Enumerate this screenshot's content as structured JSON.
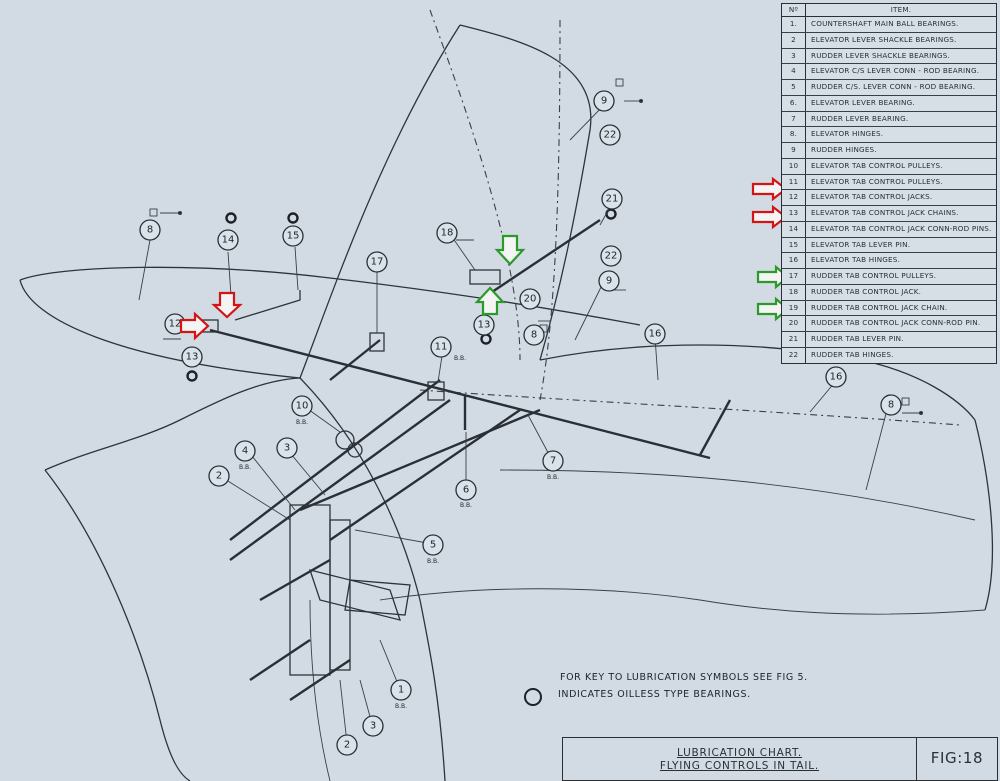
{
  "table": {
    "header_no": "Nº",
    "header_item": "ITEM.",
    "items": [
      {
        "no": "1.",
        "item": "COUNTERSHAFT MAIN BALL BEARINGS."
      },
      {
        "no": "2",
        "item": "ELEVATOR LEVER SHACKLE BEARINGS."
      },
      {
        "no": "3",
        "item": "RUDDER LEVER SHACKLE BEARINGS."
      },
      {
        "no": "4",
        "item": "ELEVATOR C/S LEVER CONN - ROD BEARING."
      },
      {
        "no": "5",
        "item": "RUDDER C/S. LEVER CONN - ROD BEARING."
      },
      {
        "no": "6.",
        "item": "ELEVATOR LEVER BEARING."
      },
      {
        "no": "7",
        "item": "RUDDER LEVER BEARING."
      },
      {
        "no": "8.",
        "item": "ELEVATOR HINGES."
      },
      {
        "no": "9",
        "item": "RUDDER HINGES."
      },
      {
        "no": "10",
        "item": "ELEVATOR TAB CONTROL PULLEYS."
      },
      {
        "no": "11",
        "item": "ELEVATOR TAB CONTROL PULLEYS."
      },
      {
        "no": "12",
        "item": "ELEVATOR TAB CONTROL JACKS."
      },
      {
        "no": "13",
        "item": "ELEVATOR TAB CONTROL JACK CHAINS."
      },
      {
        "no": "14",
        "item": "ELEVATOR TAB CONTROL JACK CONN-ROD PINS."
      },
      {
        "no": "15",
        "item": "ELEVATOR TAB LEVER PIN."
      },
      {
        "no": "16",
        "item": "ELEVATOR TAB HINGES."
      },
      {
        "no": "17",
        "item": "RUDDER TAB CONTROL PULLEYS."
      },
      {
        "no": "18",
        "item": "RUDDER TAB CONTROL JACK."
      },
      {
        "no": "19",
        "item": "RUDDER TAB CONTROL JACK CHAIN."
      },
      {
        "no": "20",
        "item": "RUDDER TAB CONTROL JACK CONN-ROD PIN."
      },
      {
        "no": "21",
        "item": "RUDDER TAB LEVER PIN."
      },
      {
        "no": "22",
        "item": "RUDDER TAB HINGES."
      }
    ]
  },
  "callouts": {
    "c1": "1",
    "c2a": "2",
    "c2b": "2",
    "c3a": "3",
    "c3b": "3",
    "c4": "4",
    "c5": "5",
    "c6": "6",
    "c7": "7",
    "c8a": "8",
    "c8b": "8",
    "c8c": "8",
    "c9a": "9",
    "c9b": "9",
    "c10": "10",
    "c11": "11",
    "c12": "12",
    "c13a": "13",
    "c13b": "13",
    "c14": "14",
    "c15": "15",
    "c16a": "16",
    "c16b": "16",
    "c17": "17",
    "c18": "18",
    "c20": "20",
    "c21": "21",
    "c22a": "22",
    "c22b": "22",
    "bb": "B.B."
  },
  "notes": {
    "key": "FOR KEY TO LUBRICATION SYMBOLS SEE FIG 5.",
    "oilless": "INDICATES OILLESS TYPE BEARINGS."
  },
  "title_block": {
    "line1": "LUBRICATION CHART.",
    "line2": "FLYING CONTROLS IN TAIL.",
    "figure": "FIG:18"
  },
  "colors": {
    "paper": "#d2dbe3",
    "ink": "#2a2f36",
    "red_arrow": "#d21414",
    "green_arrow": "#2a9a2a"
  }
}
